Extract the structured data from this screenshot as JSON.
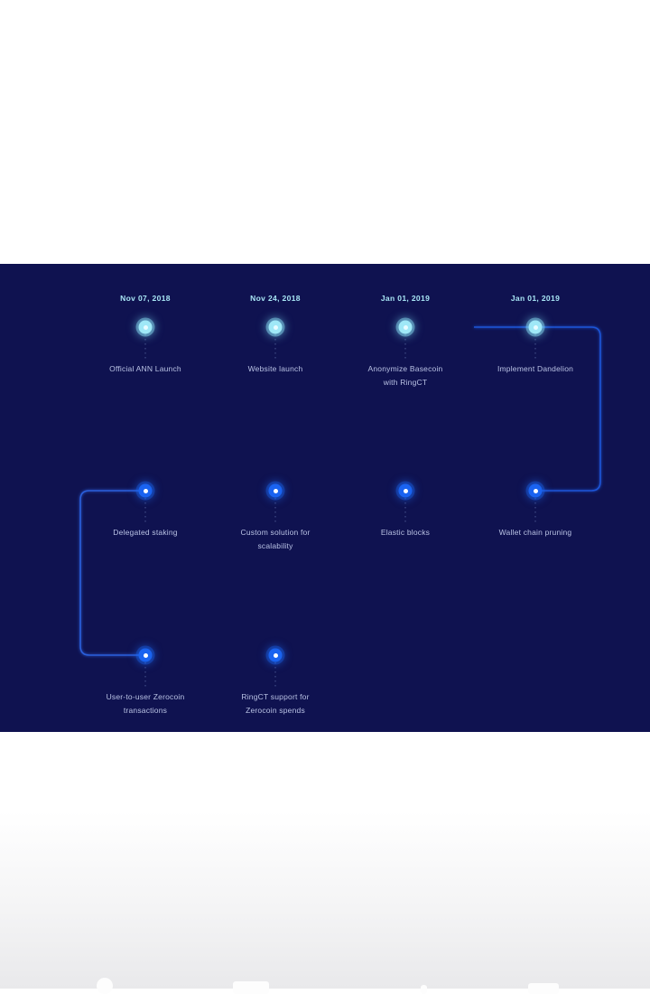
{
  "panel": {
    "background_color": "#0f1250",
    "accent_done_color": "#9fe8f7",
    "accent_todo_color": "#1a63f0",
    "label_color": "#b9c2e4",
    "date_color": "#a8e6f5"
  },
  "roadmap": {
    "rows": [
      {
        "row_id": "row-1",
        "status": "completed",
        "milestones": [
          {
            "date": "Nov 07, 2018",
            "label": "Official ANN Launch",
            "status": "done"
          },
          {
            "date": "Nov 24, 2018",
            "label": "Website launch",
            "status": "done"
          },
          {
            "date": "Jan 01, 2019",
            "label": "Anonymize Basecoin\nwith RingCT",
            "status": "done"
          },
          {
            "date": "Jan 01, 2019",
            "label": "Implement Dandelion",
            "status": "done"
          }
        ]
      },
      {
        "row_id": "row-2",
        "status": "upcoming",
        "milestones": [
          {
            "date": "",
            "label": "Delegated staking",
            "status": "todo"
          },
          {
            "date": "",
            "label": "Custom solution for\nscalability",
            "status": "todo"
          },
          {
            "date": "",
            "label": "Elastic blocks",
            "status": "todo"
          },
          {
            "date": "",
            "label": "Wallet chain pruning",
            "status": "todo"
          }
        ]
      },
      {
        "row_id": "row-3",
        "status": "upcoming",
        "milestones": [
          {
            "date": "",
            "label": "User-to-user Zerocoin\ntransactions",
            "status": "todo"
          },
          {
            "date": "",
            "label": "RingCT support for\nZerocoin spends",
            "status": "todo"
          }
        ]
      }
    ]
  }
}
